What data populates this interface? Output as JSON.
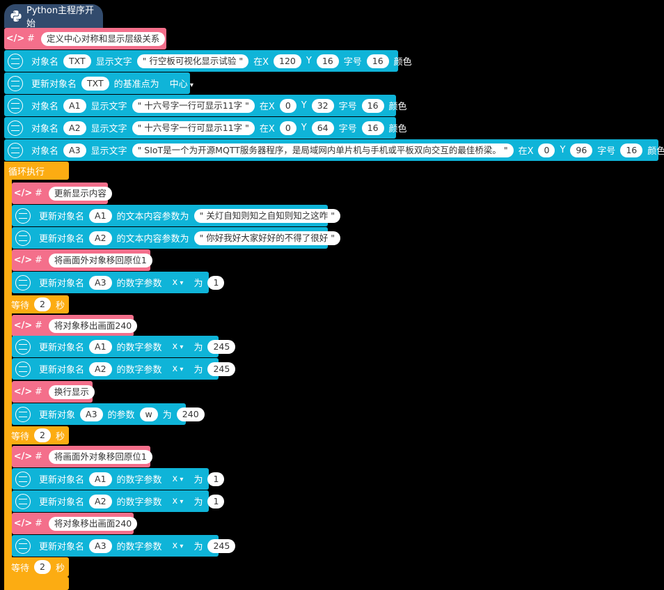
{
  "colors": {
    "motion": "#0fb4d8",
    "comment": "#f46f8b",
    "control": "#fcac12",
    "hat": "#324b6d",
    "swatch": "#0013ff"
  },
  "hat": {
    "label": "Python主程序开始",
    "icon": "python-icon"
  },
  "labels": {
    "object_name": "对象名",
    "show_text": "显示文字",
    "at_x": "在X",
    "y": "Y",
    "font_size": "字号",
    "color": "颜色",
    "update_object_name": "更新对象名",
    "anchor": "的基准点为",
    "text_param": "的文本内容参数为",
    "num_param": "的数字参数",
    "to": "为",
    "update_object": "更新对象",
    "param": "的参数",
    "wait": "等待",
    "sec": "秒",
    "hash": "#",
    "loop": "循环执行"
  },
  "setup": [
    {
      "kind": "comment",
      "text": "定义中心对称和显示层级关系"
    },
    {
      "kind": "show",
      "name": "TXT",
      "text": "\" 行空板可视化显示试验 \"",
      "x": "120",
      "y": "16",
      "size": "16"
    },
    {
      "kind": "anchor",
      "name": "TXT",
      "value": "中心"
    },
    {
      "kind": "show",
      "name": "A1",
      "text": "\" 十六号字一行可显示11字 \"",
      "x": "0",
      "y": "32",
      "size": "16"
    },
    {
      "kind": "show",
      "name": "A2",
      "text": "\" 十六号字一行可显示11字 \"",
      "x": "0",
      "y": "64",
      "size": "16"
    },
    {
      "kind": "show",
      "name": "A3",
      "text": "\" SIoT是一个为开源MQTT服务器程序，是局域网内单片机与手机或平板双向交互的最佳桥梁。 \"",
      "x": "0",
      "y": "96",
      "size": "16"
    }
  ],
  "loop": [
    {
      "kind": "comment",
      "text": "更新显示内容"
    },
    {
      "kind": "textparam",
      "name": "A1",
      "text": "\" 关灯自知则知之自知则知之这咋 \""
    },
    {
      "kind": "textparam",
      "name": "A2",
      "text": "\" 你好我好大家好好的不得了很好 \""
    },
    {
      "kind": "comment",
      "text": "将画面外对象移回原位1"
    },
    {
      "kind": "numparam",
      "name": "A3",
      "param": "x",
      "value": "1"
    },
    {
      "kind": "wait",
      "value": "2"
    },
    {
      "kind": "comment",
      "text": "将对象移出画面240"
    },
    {
      "kind": "numparam",
      "name": "A1",
      "param": "x",
      "value": "245"
    },
    {
      "kind": "numparam",
      "name": "A2",
      "param": "x",
      "value": "245"
    },
    {
      "kind": "comment",
      "text": "换行显示"
    },
    {
      "kind": "param",
      "name": "A3",
      "param": "w",
      "value": "240"
    },
    {
      "kind": "wait",
      "value": "2"
    },
    {
      "kind": "comment",
      "text": "将画面外对象移回原位1"
    },
    {
      "kind": "numparam",
      "name": "A1",
      "param": "x",
      "value": "1"
    },
    {
      "kind": "numparam",
      "name": "A2",
      "param": "x",
      "value": "1"
    },
    {
      "kind": "comment",
      "text": "将对象移出画面240"
    },
    {
      "kind": "numparam",
      "name": "A3",
      "param": "x",
      "value": "245"
    },
    {
      "kind": "wait",
      "value": "2"
    }
  ]
}
